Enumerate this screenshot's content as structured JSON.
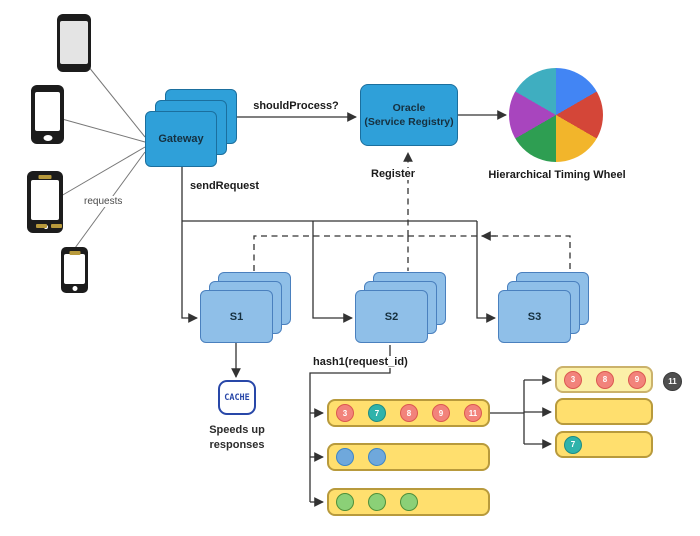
{
  "colors": {
    "node-blue": "#2FA0D9",
    "node-blue-border": "#1B6F9E",
    "service-blue": "#8FBFE8",
    "service-blue-border": "#4A80BE",
    "bar-yellow": "#FFDF6E",
    "bar-yellow-border": "#B89A3C",
    "bar-yellow-light": "#FBF0A8",
    "bar-yellow-light-border": "#CBB26B",
    "chip-salmon": "#F2837B",
    "chip-salmon-border": "#DB5850",
    "chip-teal": "#2FB3AB",
    "chip-teal-border": "#1E8B84",
    "chip-blue": "#6FA8DC",
    "chip-blue-border": "#3D85C6",
    "chip-green": "#8BD077",
    "chip-green-border": "#4E8F3A",
    "badge-gray": "#4F4F4F",
    "cache-blue": "#2847A8",
    "line": "#333333"
  },
  "edges": {
    "requests": "requests",
    "send_request": "sendRequest",
    "should_process": "shouldProcess?",
    "register": "Register",
    "hash1": "hash1(request_id)"
  },
  "nodes": {
    "gateway": {
      "label": "Gateway"
    },
    "oracle": {
      "lines": [
        "Oracle",
        "(Service Registry)"
      ]
    },
    "services": [
      {
        "label": "S1"
      },
      {
        "label": "S2"
      },
      {
        "label": "S3"
      }
    ],
    "cache": {
      "label": "CACHE",
      "caption": [
        "Speeds up",
        "responses"
      ]
    },
    "timing_wheel": {
      "title": "Hierarchical Timing Wheel",
      "slices": [
        {
          "position": "top-right",
          "color": "#4285F4",
          "degrees": 60
        },
        {
          "position": "right",
          "color": "#D44638",
          "degrees": 60
        },
        {
          "position": "bottom-right",
          "color": "#F2B52B",
          "degrees": 60
        },
        {
          "position": "bottom-left",
          "color": "#2E9E52",
          "degrees": 60
        },
        {
          "position": "left",
          "color": "#A845BE",
          "degrees": 60
        },
        {
          "position": "top-left",
          "color": "#3FAEC0",
          "degrees": 60
        }
      ]
    }
  },
  "hash": {
    "left_bars": [
      {
        "circles": [
          {
            "label": "3",
            "type": "salmon"
          },
          {
            "label": "7",
            "type": "teal"
          },
          {
            "label": "8",
            "type": "salmon"
          },
          {
            "label": "9",
            "type": "salmon"
          },
          {
            "label": "11",
            "type": "salmon"
          }
        ]
      },
      {
        "circles": [
          {
            "label": "",
            "type": "blue"
          },
          {
            "label": "",
            "type": "blue"
          }
        ]
      },
      {
        "circles": [
          {
            "label": "",
            "type": "green"
          },
          {
            "label": "",
            "type": "green"
          },
          {
            "label": "",
            "type": "green"
          }
        ]
      }
    ],
    "right_bars": [
      {
        "light": true,
        "circles": [
          {
            "label": "3",
            "type": "salmon"
          },
          {
            "label": "8",
            "type": "salmon"
          },
          {
            "label": "9",
            "type": "salmon"
          }
        ]
      },
      {
        "light": false,
        "circles": []
      },
      {
        "light": false,
        "circles": [
          {
            "label": "7",
            "type": "teal"
          }
        ]
      }
    ],
    "badge": {
      "label": "11"
    }
  }
}
